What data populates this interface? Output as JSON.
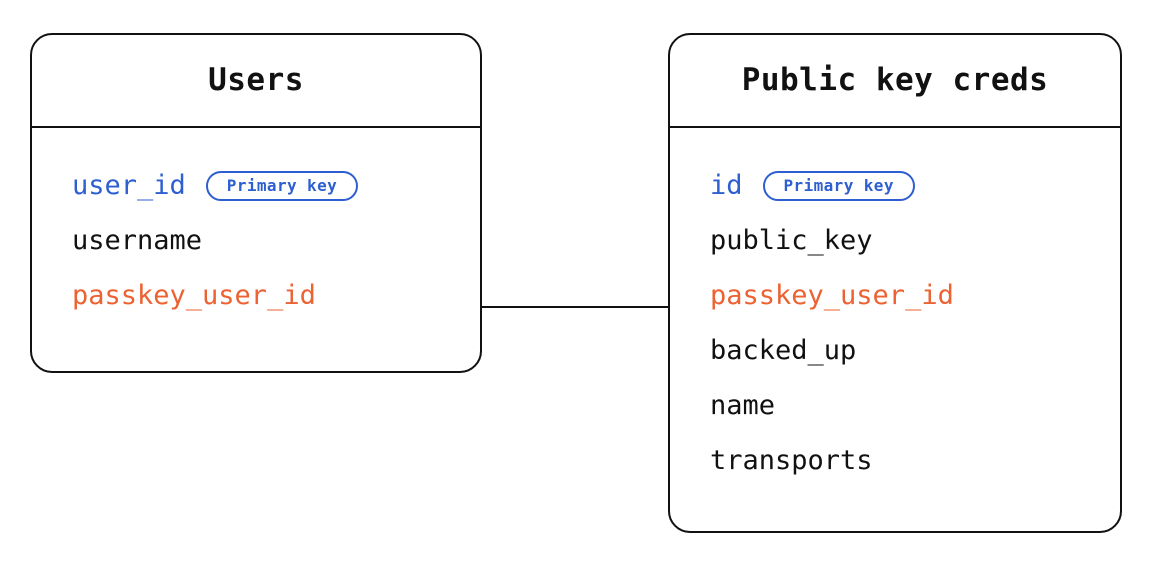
{
  "diagram": {
    "type": "entity-relationship",
    "background_color": "#ffffff",
    "colors": {
      "primary_key": "#2d5fd0",
      "foreign_key": "#ec6232",
      "text": "#111111",
      "border": "#111111",
      "badge_border": "#2d5fd0"
    }
  },
  "entities": [
    {
      "id": "users",
      "title": "Users",
      "fields": [
        {
          "name": "user_id",
          "role": "pk",
          "badge": "Primary key"
        },
        {
          "name": "username",
          "role": "normal",
          "badge": null
        },
        {
          "name": "passkey_user_id",
          "role": "fk",
          "badge": null
        }
      ]
    },
    {
      "id": "credentials",
      "title": "Public key creds",
      "fields": [
        {
          "name": "id",
          "role": "pk",
          "badge": "Primary key"
        },
        {
          "name": "public_key",
          "role": "normal",
          "badge": null
        },
        {
          "name": "passkey_user_id",
          "role": "fk",
          "badge": null
        },
        {
          "name": "backed_up",
          "role": "normal",
          "badge": null
        },
        {
          "name": "name",
          "role": "normal",
          "badge": null
        },
        {
          "name": "transports",
          "role": "normal",
          "badge": null
        }
      ]
    }
  ],
  "relationships": [
    {
      "id": "users-to-credentials",
      "from_entity": "users",
      "from_field": "passkey_user_id",
      "to_entity": "credentials",
      "to_field": "passkey_user_id",
      "style": "straight-line"
    }
  ]
}
